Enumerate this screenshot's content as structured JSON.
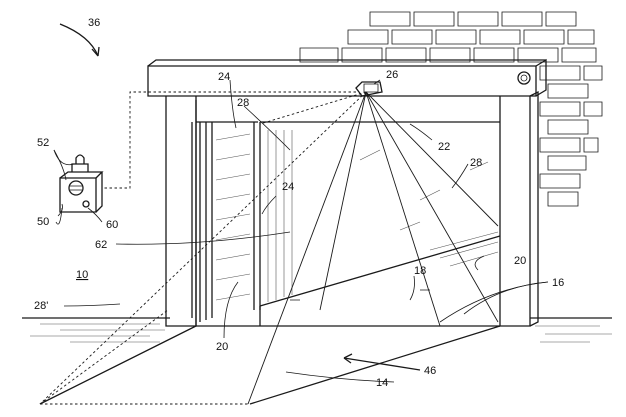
{
  "labels": {
    "l36": "36",
    "l24a": "24",
    "l26": "26",
    "l28a": "28",
    "l22": "22",
    "l28b": "28",
    "l52": "52",
    "l24b": "24",
    "l50": "50",
    "l60": "60",
    "l62": "62",
    "l20a": "20",
    "l10": "10",
    "l18": "18",
    "l16": "16",
    "l28c": "28'",
    "l20b": "20",
    "l46": "46",
    "l14": "14"
  },
  "colors": {
    "ink": "#1a1a1a",
    "background": "#ffffff"
  }
}
